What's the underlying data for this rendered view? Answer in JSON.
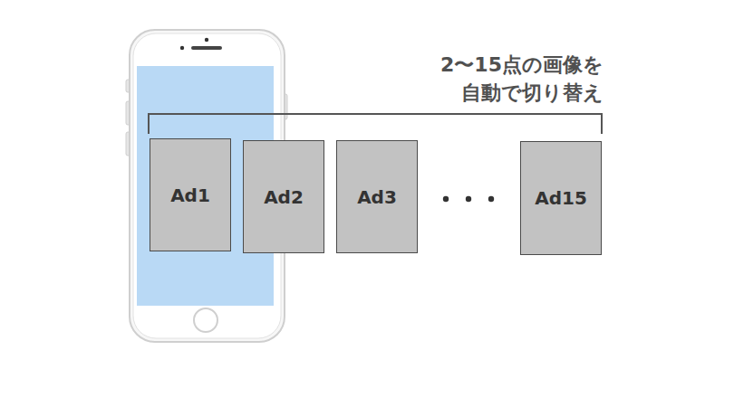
{
  "diagram": {
    "nodes": [
      {
        "text": [
          "Ad1"
        ]
      },
      {
        "text": [
          "Ad2"
        ]
      },
      {
        "text": [
          "Ad3"
        ]
      },
      {
        "text": [
          "Ad15"
        ]
      }
    ],
    "labels": [
      "2〜15点の画像を 自動で切り替え"
    ]
  }
}
